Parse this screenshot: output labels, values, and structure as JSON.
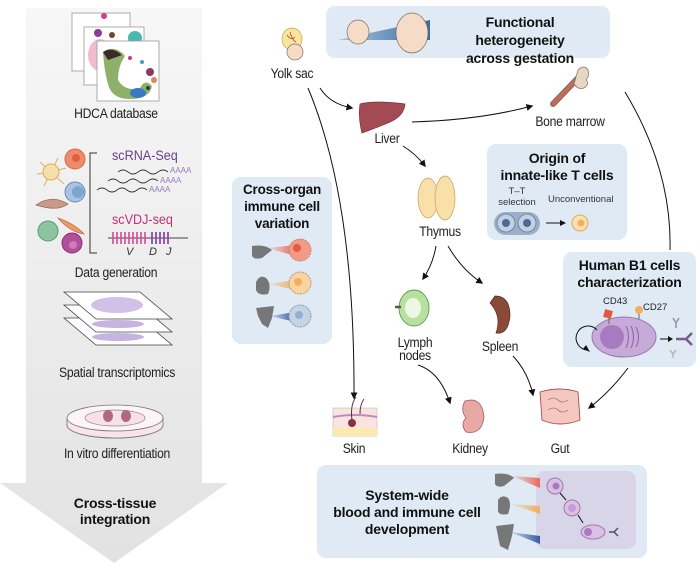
{
  "left_panel": {
    "steps": [
      {
        "label": "HDCA database",
        "icon": "umap-stack-icon"
      },
      {
        "label": "Data generation",
        "icon": "immune-cells-icon"
      },
      {
        "label": "Spatial transcriptomics",
        "icon": "tissue-slides-icon"
      },
      {
        "label": "In vitro differentiation",
        "icon": "petri-dish-icon"
      }
    ],
    "sequencing": {
      "scrna_label": "scRNA-Seq",
      "polya": [
        "AAAA",
        "AAAA",
        "AAAA"
      ],
      "scvdj_label": "scVDJ-seq",
      "segments": [
        "V",
        "D",
        "J"
      ]
    },
    "arrow_label_line1": "Cross-tissue",
    "arrow_label_line2": "integration"
  },
  "organs": {
    "yolk_sac": "Yolk sac",
    "liver": "Liver",
    "bone_marrow": "Bone marrow",
    "thymus": "Thymus",
    "lymph_nodes_line1": "Lymph",
    "lymph_nodes_line2": "nodes",
    "spleen": "Spleen",
    "skin": "Skin",
    "kidney": "Kidney",
    "gut": "Gut"
  },
  "boxes": {
    "heterogeneity": {
      "line1": "Functional heterogeneity",
      "line2": "across gestation"
    },
    "cross_organ": {
      "line1": "Cross-organ",
      "line2": "immune cell",
      "line3": "variation"
    },
    "innate_t": {
      "line1": "Origin of",
      "line2": "innate-like T cells",
      "tt_line1": "T–T",
      "tt_line2": "selection",
      "unconventional": "Unconventional"
    },
    "b1": {
      "line1": "Human B1 cells",
      "line2": "characterization",
      "marker1": "CD43",
      "marker2": "CD27"
    },
    "system_wide": {
      "line1": "System-wide",
      "line2": "blood and immune cell",
      "line3": "development"
    }
  },
  "colors": {
    "box_bg": "#dfeaf4",
    "arrow_gray": "#e6e6e6",
    "scrna_purple": "#6b3d8f",
    "scvdj_magenta": "#c2307a",
    "liver": "#a34a55",
    "b_cell": "#b89ac8"
  }
}
